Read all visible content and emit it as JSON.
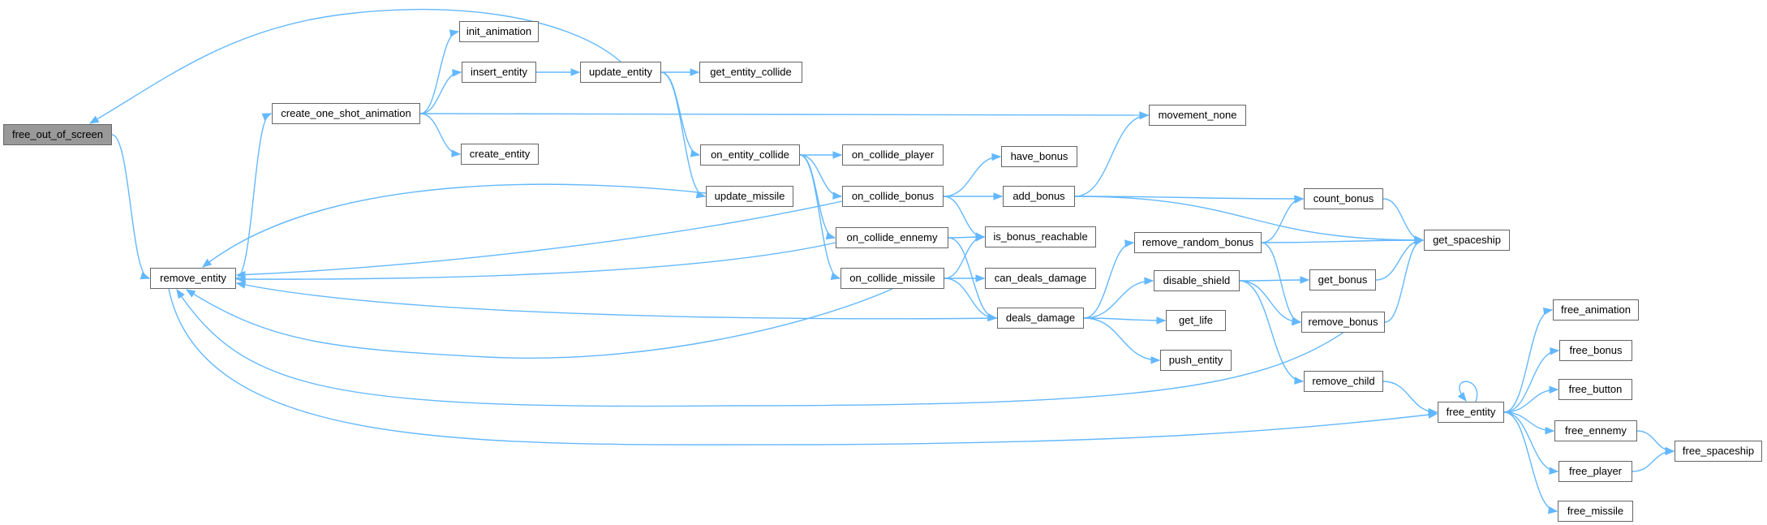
{
  "graph": {
    "nodes": {
      "free_out_of_screen": "free_out_of_screen",
      "remove_entity": "remove_entity",
      "create_one_shot_animation": "create_one_shot_animation",
      "init_animation": "init_animation",
      "insert_entity": "insert_entity",
      "create_entity": "create_entity",
      "update_entity": "update_entity",
      "get_entity_collide": "get_entity_collide",
      "on_entity_collide": "on_entity_collide",
      "update_missile": "update_missile",
      "on_collide_player": "on_collide_player",
      "on_collide_bonus": "on_collide_bonus",
      "on_collide_ennemy": "on_collide_ennemy",
      "on_collide_missile": "on_collide_missile",
      "have_bonus": "have_bonus",
      "add_bonus": "add_bonus",
      "is_bonus_reachable": "is_bonus_reachable",
      "can_deals_damage": "can_deals_damage",
      "deals_damage": "deals_damage",
      "movement_none": "movement_none",
      "remove_random_bonus": "remove_random_bonus",
      "disable_shield": "disable_shield",
      "get_life": "get_life",
      "push_entity": "push_entity",
      "count_bonus": "count_bonus",
      "get_spaceship": "get_spaceship",
      "get_bonus": "get_bonus",
      "remove_bonus": "remove_bonus",
      "remove_child": "remove_child",
      "free_entity": "free_entity",
      "free_animation": "free_animation",
      "free_bonus": "free_bonus",
      "free_button": "free_button",
      "free_ennemy": "free_ennemy",
      "free_player": "free_player",
      "free_missile": "free_missile",
      "free_spaceship": "free_spaceship"
    },
    "root": "free_out_of_screen",
    "edges": [
      [
        "free_out_of_screen",
        "remove_entity"
      ],
      [
        "remove_entity",
        "create_one_shot_animation"
      ],
      [
        "create_one_shot_animation",
        "init_animation"
      ],
      [
        "create_one_shot_animation",
        "insert_entity"
      ],
      [
        "create_one_shot_animation",
        "create_entity"
      ],
      [
        "create_one_shot_animation",
        "movement_none"
      ],
      [
        "insert_entity",
        "update_entity"
      ],
      [
        "update_entity",
        "free_out_of_screen"
      ],
      [
        "update_entity",
        "get_entity_collide"
      ],
      [
        "update_entity",
        "on_entity_collide"
      ],
      [
        "update_entity",
        "update_missile"
      ],
      [
        "update_missile",
        "remove_entity"
      ],
      [
        "on_entity_collide",
        "on_collide_player"
      ],
      [
        "on_entity_collide",
        "on_collide_bonus"
      ],
      [
        "on_entity_collide",
        "on_collide_ennemy"
      ],
      [
        "on_entity_collide",
        "on_collide_missile"
      ],
      [
        "on_collide_bonus",
        "have_bonus"
      ],
      [
        "on_collide_bonus",
        "add_bonus"
      ],
      [
        "on_collide_bonus",
        "is_bonus_reachable"
      ],
      [
        "on_collide_bonus",
        "remove_entity"
      ],
      [
        "on_collide_ennemy",
        "is_bonus_reachable"
      ],
      [
        "on_collide_ennemy",
        "deals_damage"
      ],
      [
        "on_collide_ennemy",
        "remove_entity"
      ],
      [
        "on_collide_missile",
        "is_bonus_reachable"
      ],
      [
        "on_collide_missile",
        "can_deals_damage"
      ],
      [
        "on_collide_missile",
        "deals_damage"
      ],
      [
        "on_collide_missile",
        "remove_entity"
      ],
      [
        "add_bonus",
        "movement_none"
      ],
      [
        "add_bonus",
        "count_bonus"
      ],
      [
        "add_bonus",
        "get_spaceship"
      ],
      [
        "deals_damage",
        "remove_random_bonus"
      ],
      [
        "deals_damage",
        "disable_shield"
      ],
      [
        "deals_damage",
        "get_life"
      ],
      [
        "deals_damage",
        "push_entity"
      ],
      [
        "deals_damage",
        "remove_entity"
      ],
      [
        "remove_random_bonus",
        "count_bonus"
      ],
      [
        "remove_random_bonus",
        "get_spaceship"
      ],
      [
        "remove_random_bonus",
        "remove_bonus"
      ],
      [
        "disable_shield",
        "get_bonus"
      ],
      [
        "disable_shield",
        "remove_bonus"
      ],
      [
        "disable_shield",
        "remove_child"
      ],
      [
        "count_bonus",
        "get_spaceship"
      ],
      [
        "get_bonus",
        "get_spaceship"
      ],
      [
        "remove_bonus",
        "get_spaceship"
      ],
      [
        "remove_bonus",
        "remove_entity"
      ],
      [
        "remove_child",
        "free_entity"
      ],
      [
        "remove_entity",
        "free_entity"
      ],
      [
        "free_entity",
        "free_entity"
      ],
      [
        "free_entity",
        "free_animation"
      ],
      [
        "free_entity",
        "free_bonus"
      ],
      [
        "free_entity",
        "free_button"
      ],
      [
        "free_entity",
        "free_ennemy"
      ],
      [
        "free_entity",
        "free_player"
      ],
      [
        "free_entity",
        "free_missile"
      ],
      [
        "free_ennemy",
        "free_spaceship"
      ],
      [
        "free_player",
        "free_spaceship"
      ]
    ]
  },
  "colors": {
    "edge": "#63b8ff",
    "node_border": "#666666",
    "node_fill": "#ffffff",
    "root_fill": "#999999"
  }
}
